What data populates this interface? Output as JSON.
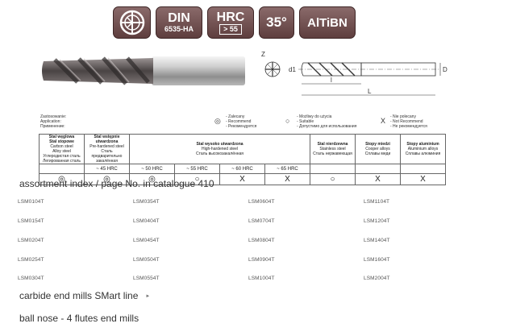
{
  "badges": {
    "din_main": "DIN",
    "din_sub": "6535-HA",
    "hrc_main": "HRC",
    "hrc_sub": "> 55",
    "angle": "35°",
    "coating": "AlTiBN"
  },
  "drawing": {
    "label_z": "Z",
    "label_d1": "d1",
    "label_D": "D",
    "label_l": "l",
    "label_L": "L"
  },
  "legend": {
    "application": [
      "Zastosowanie:",
      "Application:",
      "Применение:"
    ],
    "recommended": [
      "- Zalecany",
      "- Recommend",
      "- Рекомендуется"
    ],
    "suitable": [
      "- Możliwy do użycia",
      "- Suitable",
      "- Допустимо для использования"
    ],
    "not_recommended": [
      "- Nie polecany",
      "- Not Recommend",
      "- Не рекомендуется"
    ],
    "sym_recommended": "◎",
    "sym_suitable": "○",
    "sym_not": "X"
  },
  "materials": {
    "carbon": [
      "Stal węglowa",
      "Stal stopowe",
      "Carbon steel",
      "Alloy steel",
      "Углеродистая сталь",
      "Легированная сталь"
    ],
    "prehardened": [
      "Stal wstępnie",
      "utwardzona",
      "Pre-hardened steel",
      "Сталь предварительно",
      "закалённая"
    ],
    "hardened": [
      "Stal wysoko utwardzona",
      "High-hardened steel",
      "Сталь высокозакалённая"
    ],
    "stainless": [
      "Stal nierdzewna",
      "Stainless steel",
      "Сталь нержавеющая"
    ],
    "copper": [
      "Stopy miedzi",
      "Cooper alloys",
      "Сплавы меди"
    ],
    "aluminium": [
      "Stopy aluminium",
      "Aluminium alloys",
      "Сплавы алюминия"
    ],
    "hrc": [
      "",
      "~ 45 HRC",
      "~ 50 HRC",
      "~ 55 HRC",
      "~ 60 HRC",
      "~ 65 HRC",
      "",
      "",
      ""
    ],
    "symbols": [
      "◎",
      "◎",
      "◎",
      "○",
      "X",
      "X",
      "○",
      "X",
      "X"
    ]
  },
  "assortment": {
    "title": "assortment index  / page No. in catalogue 410",
    "columns": [
      [
        "LSM0104T",
        "LSM0154T",
        "LSM0204T",
        "LSM0254T",
        "LSM0304T"
      ],
      [
        "LSM0354T",
        "LSM0404T",
        "LSM0454T",
        "LSM0504T",
        "LSM0554T"
      ],
      [
        "LSM0604T",
        "LSM0704T",
        "LSM0804T",
        "LSM0904T",
        "LSM1004T"
      ],
      [
        "LSM1104T",
        "LSM1204T",
        "LSM1404T",
        "LSM1604T",
        "LSM2004T"
      ]
    ]
  },
  "product_line": {
    "title": "carbide end mills SMart line",
    "arrow": "►"
  },
  "subtitle": "ball nose - 4 flutes end mills"
}
